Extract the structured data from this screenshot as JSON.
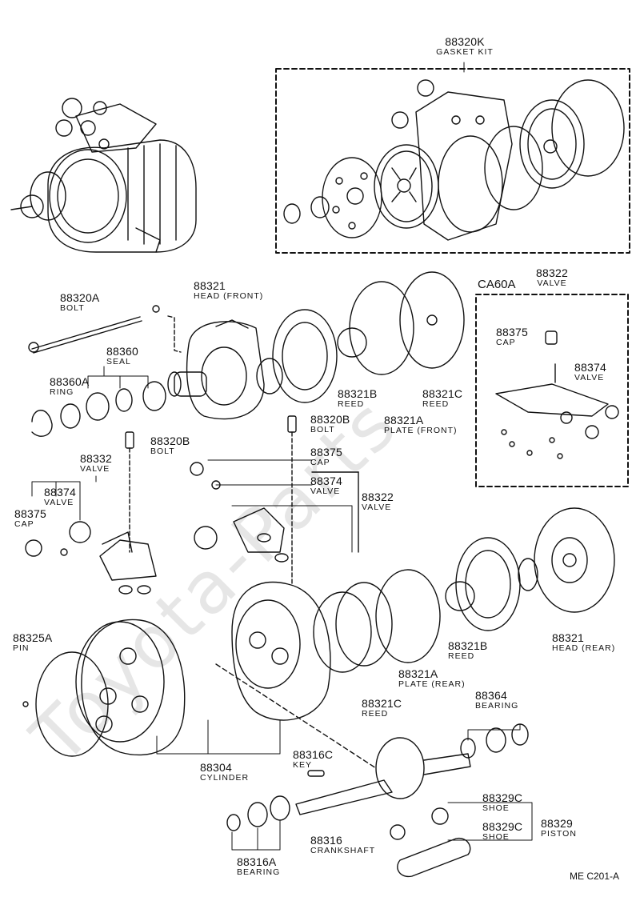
{
  "watermark": "Toyota-Parts",
  "footer_code": "ME C201-A",
  "groups": {
    "gasket_kit_box": {
      "title": ""
    },
    "valve_box": {
      "title": "CA60A"
    }
  },
  "labels": {
    "p88320K": {
      "code": "88320K",
      "name": "GASKET KIT"
    },
    "p88320A": {
      "code": "88320A",
      "name": "BOLT"
    },
    "p88321": {
      "code": "88321",
      "name": "HEAD (FRONT)"
    },
    "p88360": {
      "code": "88360",
      "name": "SEAL"
    },
    "p88360A": {
      "code": "88360A",
      "name": "RING"
    },
    "p88321B_top": {
      "code": "88321B",
      "name": "REED"
    },
    "p88321C_top": {
      "code": "88321C",
      "name": "REED"
    },
    "p88321A_top": {
      "code": "88321A",
      "name": "PLATE (FRONT)"
    },
    "p88322_box": {
      "code": "88322",
      "name": "VALVE"
    },
    "p88375_box": {
      "code": "88375",
      "name": "CAP"
    },
    "p88374_box": {
      "code": "88374",
      "name": "VALVE"
    },
    "p88320B_a": {
      "code": "88320B",
      "name": "BOLT"
    },
    "p88320B_b": {
      "code": "88320B",
      "name": "BOLT"
    },
    "p88332": {
      "code": "88332",
      "name": "VALVE"
    },
    "p88374_left": {
      "code": "88374",
      "name": "VALVE"
    },
    "p88375_left": {
      "code": "88375",
      "name": "CAP"
    },
    "p88375_mid": {
      "code": "88375",
      "name": "CAP"
    },
    "p88374_mid": {
      "code": "88374",
      "name": "VALVE"
    },
    "p88322_mid": {
      "code": "88322",
      "name": "VALVE"
    },
    "p88325A": {
      "code": "88325A",
      "name": "PIN"
    },
    "p88321B_bot": {
      "code": "88321B",
      "name": "REED"
    },
    "p88321_rear": {
      "code": "88321",
      "name": "HEAD (REAR)"
    },
    "p88321A_bot": {
      "code": "88321A",
      "name": "PLATE (REAR)"
    },
    "p88321C_bot": {
      "code": "88321C",
      "name": "REED"
    },
    "p88364": {
      "code": "88364",
      "name": "BEARING"
    },
    "p88304": {
      "code": "88304",
      "name": "CYLINDER"
    },
    "p88316C": {
      "code": "88316C",
      "name": "KEY"
    },
    "p88329C_a": {
      "code": "88329C",
      "name": "SHOE"
    },
    "p88329C_b": {
      "code": "88329C",
      "name": "SHOE"
    },
    "p88329": {
      "code": "88329",
      "name": "PISTON"
    },
    "p88316": {
      "code": "88316",
      "name": "CRANKSHAFT"
    },
    "p88316A": {
      "code": "88316A",
      "name": "BEARING"
    }
  }
}
